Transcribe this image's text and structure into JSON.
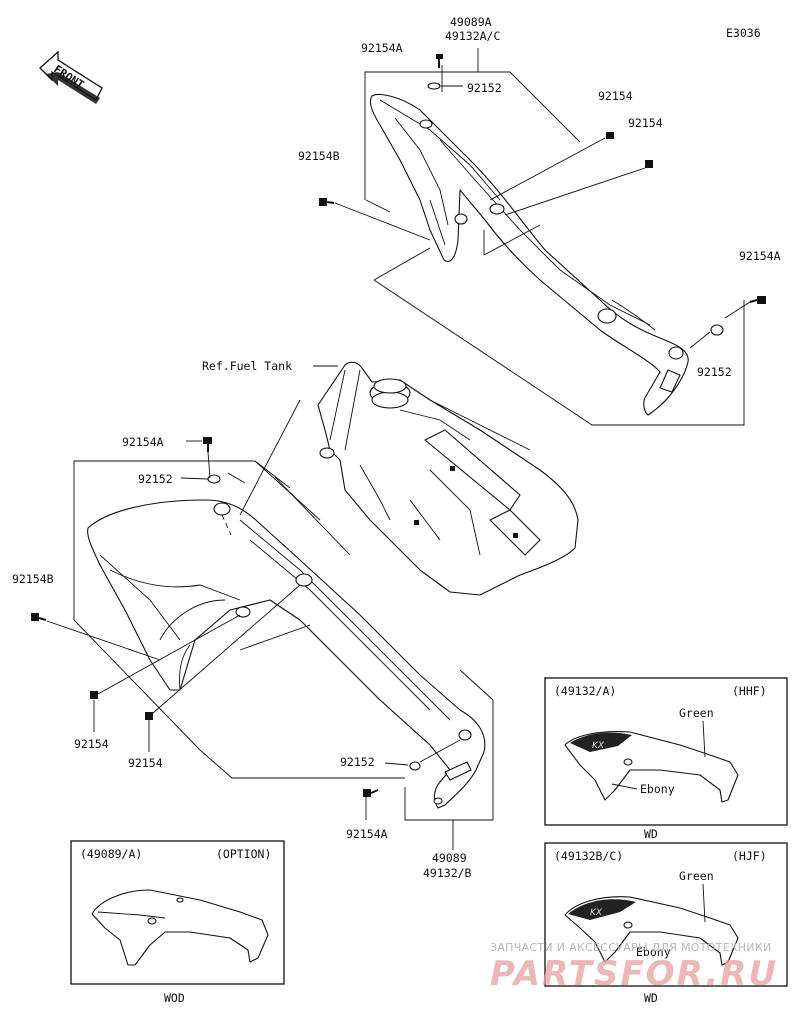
{
  "diagram_code": "E3036",
  "front_label": "FRONT",
  "upper_assembly": {
    "ref_main": "49089A",
    "ref_alt": "49132A/C",
    "screw_top": "92154A",
    "washer_top": "92152",
    "screw_right_1": "92154",
    "screw_right_2": "92154",
    "screw_left": "92154B",
    "screw_far_right": "92154A",
    "washer_far_right": "92152"
  },
  "fuel_tank_label": "Ref.Fuel Tank",
  "lower_assembly": {
    "screw_top": "92154A",
    "washer_top": "92152",
    "screw_left": "92154B",
    "screw_bottom_1": "92154",
    "screw_bottom_2": "92154",
    "washer_bottom": "92152",
    "screw_bottom_right": "92154A",
    "ref_main": "49089",
    "ref_alt": "49132/B"
  },
  "boxes": [
    {
      "part_no": "(49132/A)",
      "variant": "(HHF)",
      "color_1": "Green",
      "color_2": "Ebony",
      "caption": "WD"
    },
    {
      "part_no": "(49089/A)",
      "variant": "(OPTION)",
      "caption": "WOD"
    },
    {
      "part_no": "(49132B/C)",
      "variant": "(HJF)",
      "color_1": "Green",
      "color_2": "Ebony",
      "caption": "WD"
    }
  ],
  "watermark": {
    "line_1": "ЗАПЧАСТИ И АКСЕССУАРЫ ДЛЯ МОТОТЕХНИКИ",
    "line_2": "PARTSFOR.RU"
  }
}
